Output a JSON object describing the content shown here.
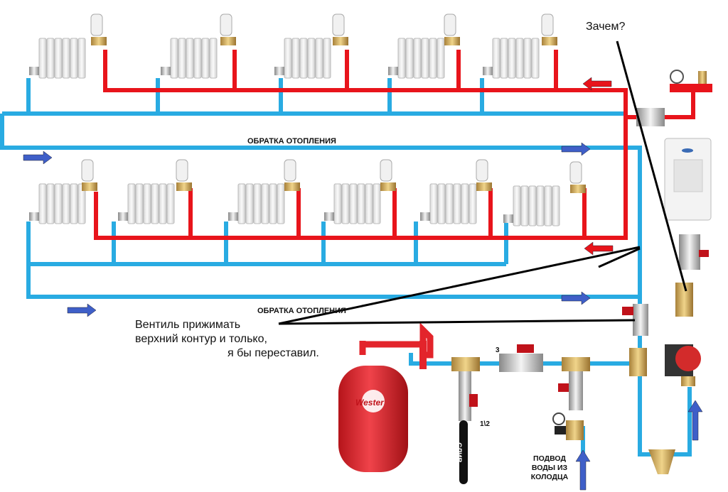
{
  "labels": {
    "return_upper": "ОБРАТКА ОТОПЛЕНИЯ",
    "return_lower": "ОБРАТКА ОТОПЛЕНИЯ",
    "why": "Зачем?",
    "note_line1": "Вентиль прижимать",
    "note_line2": "верхний контур и только,",
    "note_line3": "я бы переставил.",
    "size_3": "3",
    "size_half": "1\\2",
    "drain": "СЛИВ",
    "supply_l1": "ПОДВОД",
    "supply_l2": "ВОДЫ ИЗ",
    "supply_l3": "КОЛОДЦА",
    "tank_brand": "Wester"
  },
  "colors": {
    "supply_pipe": "#e8141b",
    "return_pipe": "#29abe2",
    "flow_arrow_blue": "#3f5fc8",
    "flow_arrow_red": "#e8141b",
    "tank": "#e3242b",
    "annotation": "#000000"
  }
}
